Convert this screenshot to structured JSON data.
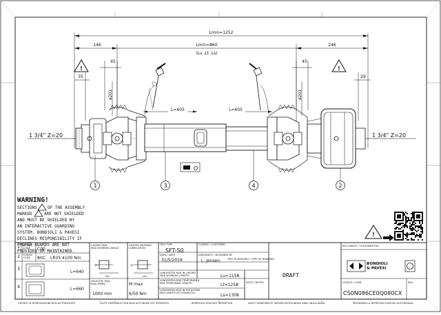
{
  "dimensions": {
    "overall_length": "Lmin=1252",
    "middle_length": "Lmin=860",
    "middle_sub": "(Lu ,Lt ,Ls)",
    "left_dim": "146",
    "right_dim": "246",
    "left_angle": "45",
    "right_angle": "45",
    "left_offset": "35",
    "right_offset": "29",
    "left_diameter": "ø201",
    "right_diameter": "ø201",
    "tube_left_length": "L=605",
    "tube_right_length": "L=605",
    "spline_left": "1 3/4\" Z=20",
    "spline_right": "1 3/4\" Z=20"
  },
  "callouts": [
    "1",
    "3",
    "4",
    "2"
  ],
  "warning": {
    "title": "WARNING!",
    "lines": [
      "SECTIONS",
      "OF THE ASSEMBLY",
      "MARKED",
      "ARE NOT SHIELDED",
      "AND MUST BE SHIELDED BY",
      "AN INTERACTIVE GUARDING",
      "SYSTEM. BONDIOLI & PAVESI",
      "DECLINES RESPONSIBILITY IF",
      "PROPER GUARDS ARE NOT",
      "PROVIDED OR MAINTAINED."
    ]
  },
  "parts_table": {
    "header1": "CODICE\nCODE",
    "header2": "CODICE\nCODE",
    "rows": [
      {
        "num": "1",
        "code": "C00",
        "desc": ""
      },
      {
        "num": "2",
        "code": "80C",
        "desc": "LR35 4100 Nm"
      },
      {
        "num": "3",
        "code": "",
        "desc": "L=640"
      },
      {
        "num": "4",
        "code": "",
        "desc": "L=660"
      }
    ]
  },
  "title_block": {
    "max_angle_label": "LAVORO MAX\nMAX WORKING ANGLE",
    "lube_label": "LAVORO MASSIMO\nLUBRICATION",
    "speed_label": "VELOCITA' MAX\nMAX SPEED",
    "speed_value": "1000 min",
    "torque_label": "M max",
    "torque_value": "6/50 Nm",
    "angle_a": "42",
    "angle_b": "42",
    "dim_a": "130",
    "dim_b": "130",
    "type_label": "TIPO-TYPE",
    "type_value": "SFT-S0",
    "date_label": "DATA / DATE",
    "date_value": "31/5/2016",
    "client_label": "CLIENTE / CUSTOMER",
    "drawn_label": "DISEGNATO / DESIGNED BY",
    "drawn_value": "L. Jensen",
    "len_work_label": "LUNGHEZZA MAX IN LAVORO\nMAX WORKING LENGTH",
    "len_work_value": "Lu=1158",
    "len_trans_label": "LUNGHEZZA MAX TEMPORANEA\nMAX TEMPORARY LENGTH",
    "len_trans_value": "Lt=1258",
    "len_stop_label": "LUNGHEZZA MAX IN ROTAZIONE\nMAX LENGTH AT STANDSTILL",
    "len_stop_value": "Ls=1308",
    "drawing_type_label": "TIPO DI DISEGNO / TYPE OF DRAWING",
    "draft": "DRAFT",
    "notes_label": "NOTE / NOTES",
    "client_ref_label": "RIF.CLIENTE / CUSTOMER REF.",
    "brand": "BONDIOLI\n& PAVESI",
    "code_label": "CODICE / CODE",
    "rev_label": "REV.",
    "code_value": "CS0N086CE0Q080CX"
  },
  "footer": [
    "VIETATE LE RIPRODUZIONI NON AUTORIZZATE",
    "TOUTE REPRODUCTION NON AUTORISEE EST INTERDITE",
    "REPRODUCTION NOT PERMITTED",
    "NICHT GENEHMIGTE VERVIELFÄLTIGUNGEN SIND UNZULÄSSIG",
    "PROHIBIDA LA REPRODUCCION NO AUTORIZADA"
  ]
}
